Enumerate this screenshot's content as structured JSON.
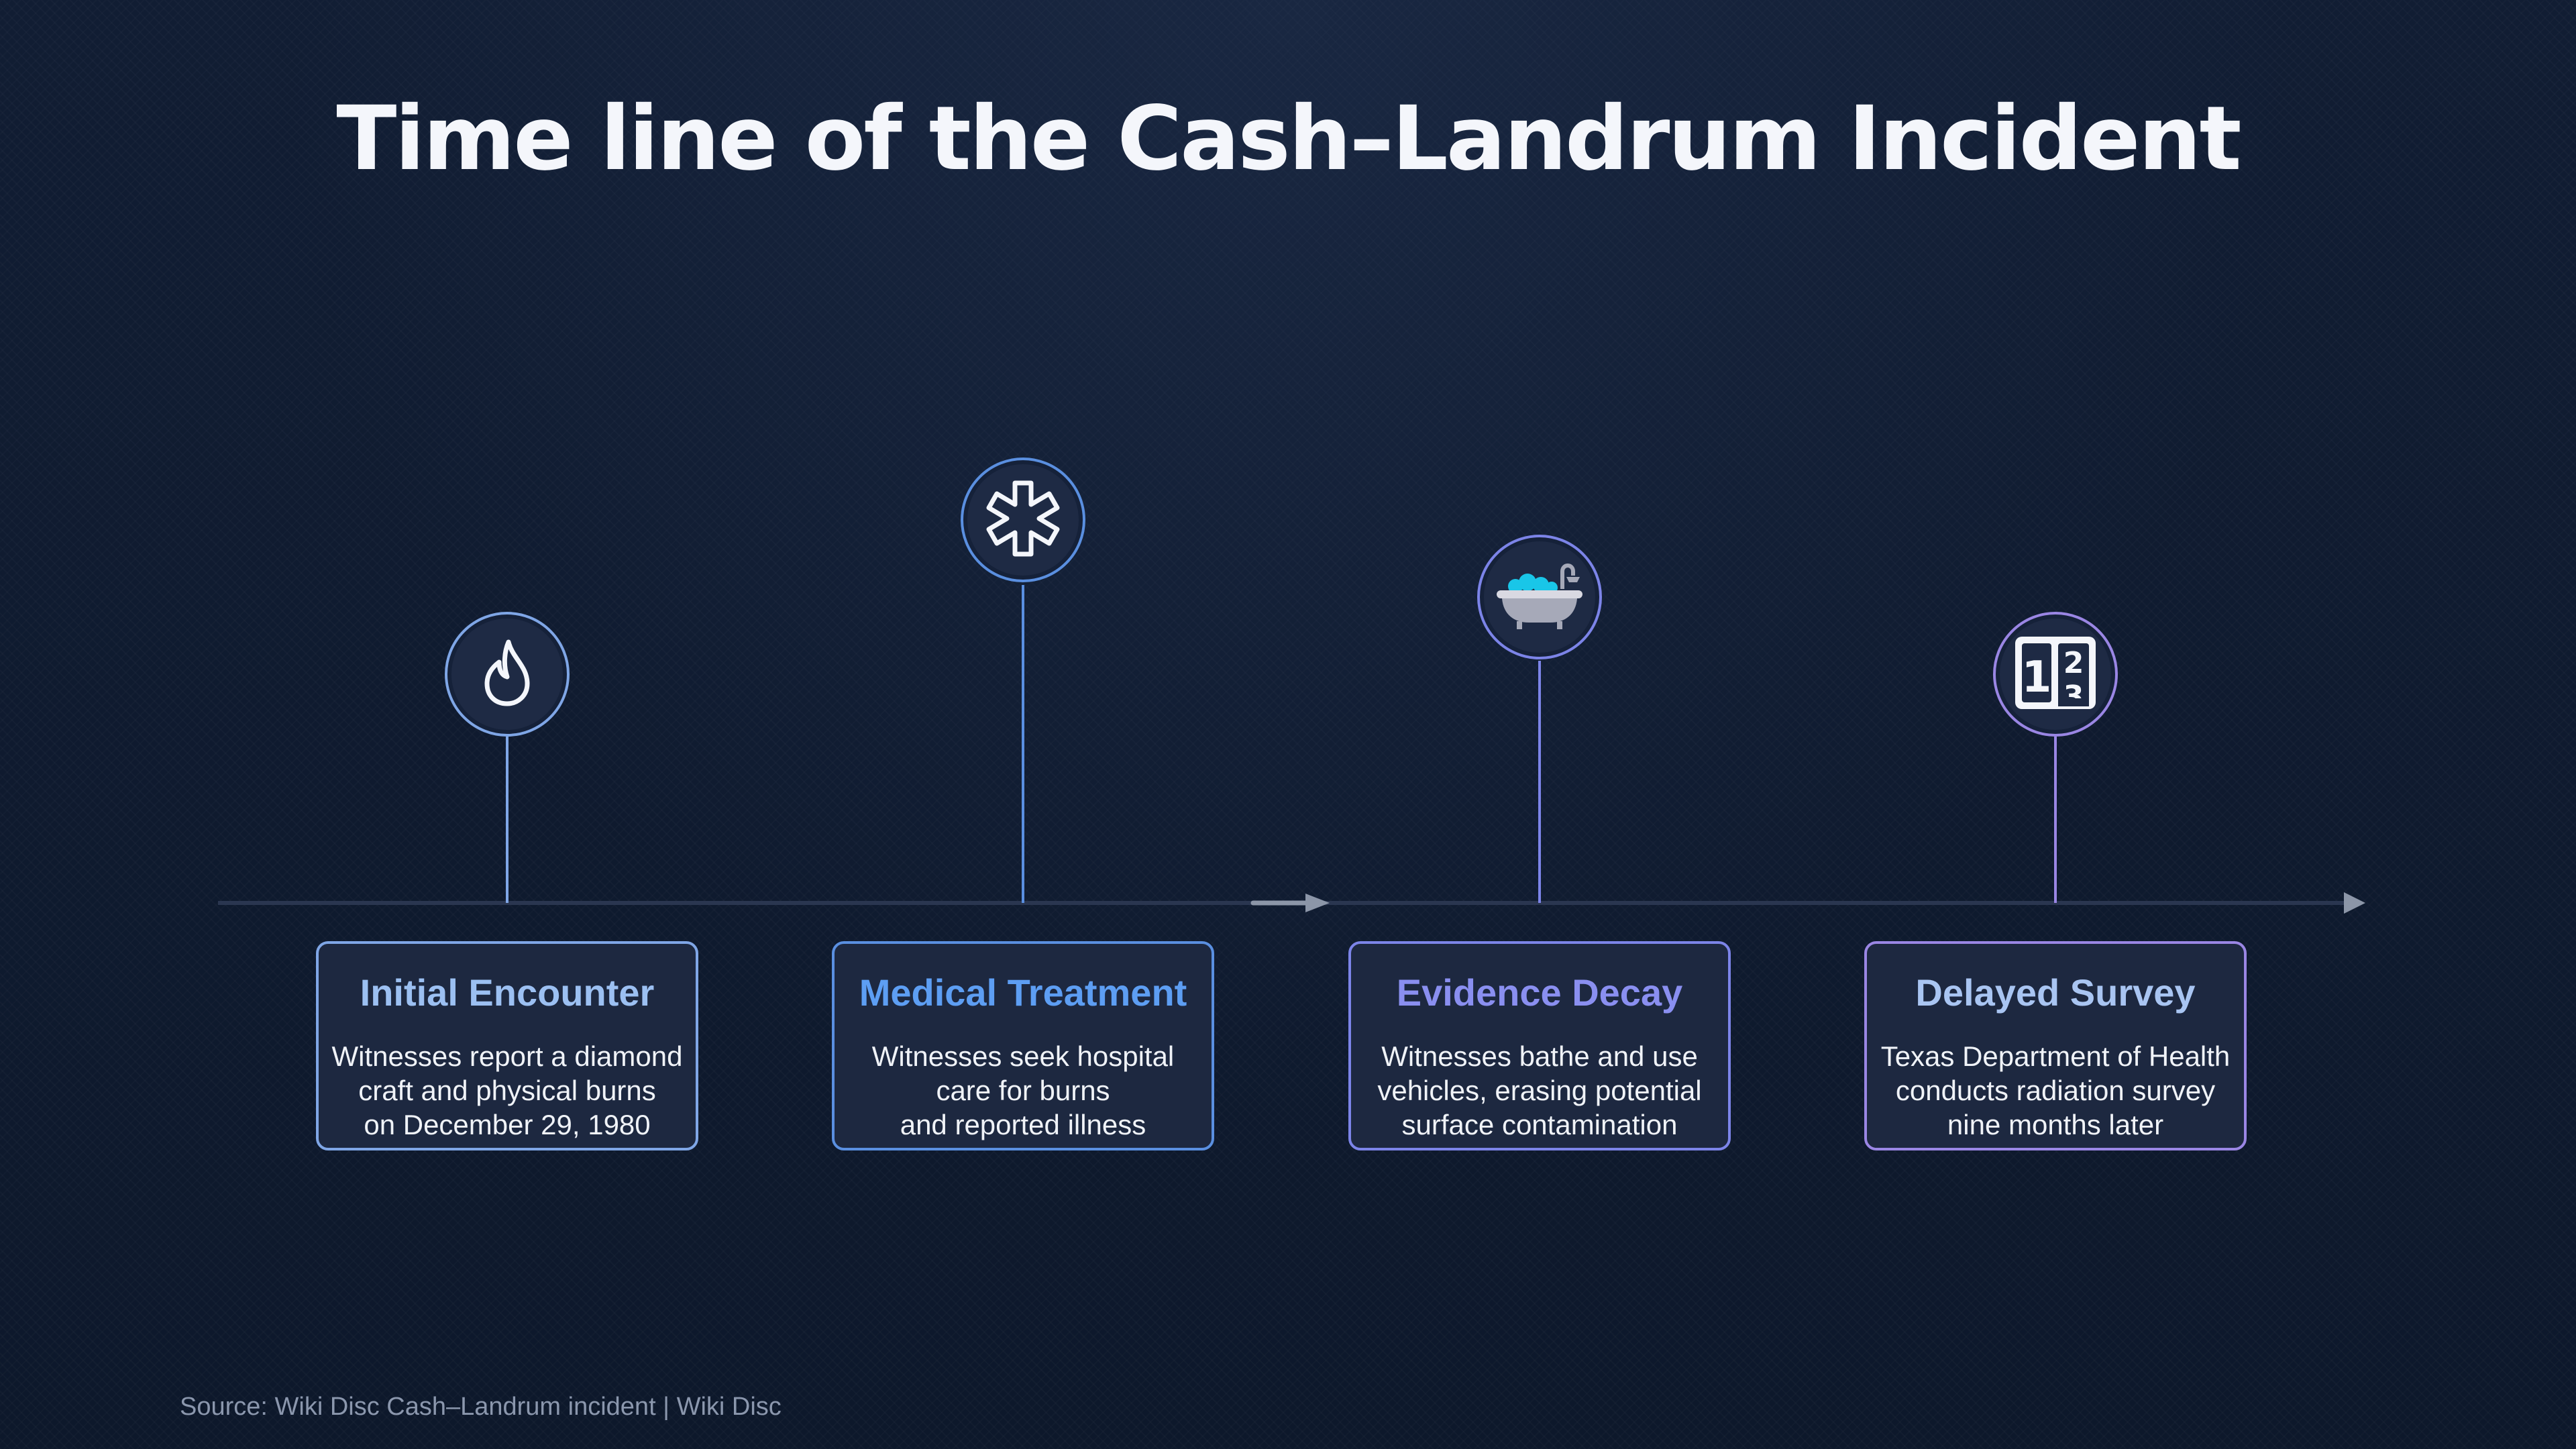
{
  "title": "Time line of the Cash–Landrum Incident",
  "source": "Source: Wiki Disc Cash–Landrum incident | Wiki Disc",
  "colors": {
    "background": "#0f1a2e",
    "axis": "#2a3650",
    "arrow": "#8c96a8",
    "card_fill": "#1d2840"
  },
  "events": [
    {
      "title": "Initial Encounter",
      "description": "Witnesses report a diamond\ncraft and physical burns\non December 29, 1980",
      "icon": "fire-icon",
      "accent": "#7fa6e6",
      "title_color": "#9cc0f2"
    },
    {
      "title": "Medical Treatment",
      "description": "Witnesses seek hospital\ncare for burns\nand reported illness",
      "icon": "medical-star-icon",
      "accent": "#5a8fe0",
      "title_color": "#5d9ef3"
    },
    {
      "title": "Evidence Decay",
      "description": "Witnesses bathe and use\nvehicles, erasing potential\nsurface contamination",
      "icon": "bathtub-icon",
      "accent": "#7c84e8",
      "title_color": "#8a8ff0"
    },
    {
      "title": "Delayed Survey",
      "description": "Texas Department of Health\nconducts radiation survey\nnine months later",
      "icon": "numbered-list-icon",
      "accent": "#9a86e4",
      "title_color": "#a9c5f2"
    }
  ]
}
